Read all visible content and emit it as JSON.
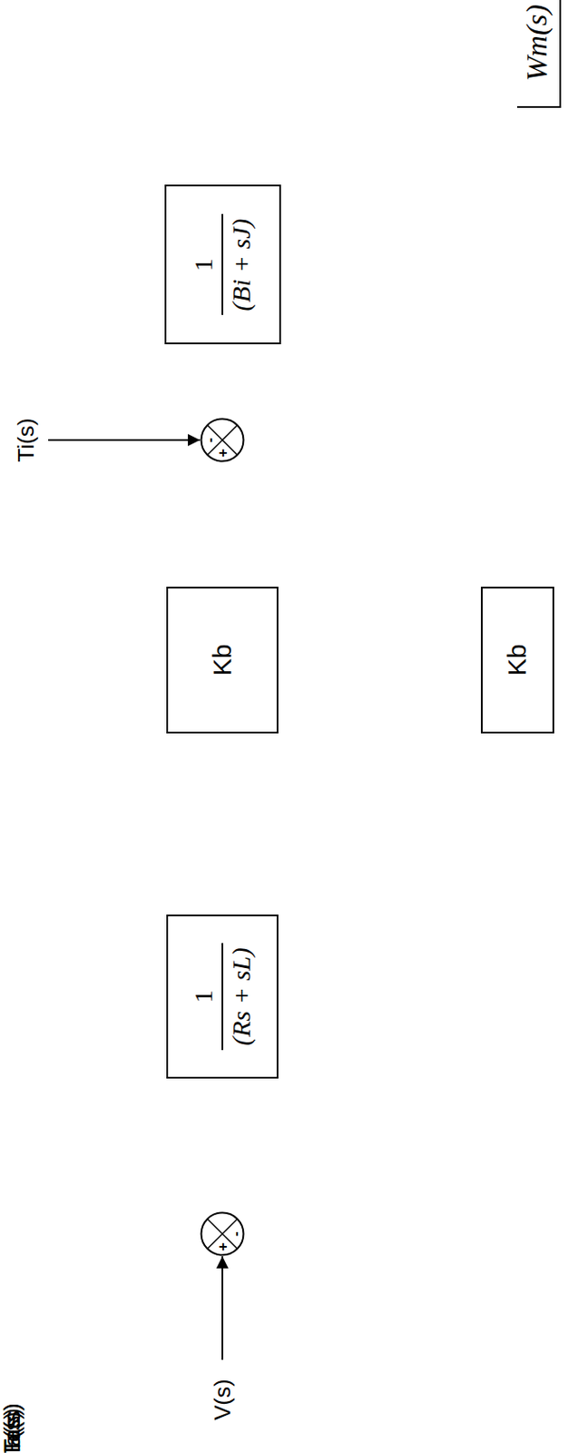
{
  "diagram": {
    "nodes": [
      {
        "text": [
          "+",
          "-"
        ]
      },
      {
        "text": [
          "1",
          "(Rs + sL)"
        ]
      },
      {
        "text": [
          "Kb"
        ]
      },
      {
        "text": [
          "+",
          "-"
        ]
      },
      {
        "text": [
          "1",
          "(Bi + sJ)"
        ]
      },
      {
        "text": [
          "Kb"
        ]
      }
    ],
    "edges": [
      {
        "from": 0,
        "to": 1,
        "arrow": "to",
        "label": "E(s)"
      },
      {
        "from": 1,
        "to": 2,
        "arrow": "to",
        "label": "Ia(s)"
      },
      {
        "from": 2,
        "to": 3,
        "arrow": "to",
        "label": "Te(s)"
      },
      {
        "from": 3,
        "to": 4,
        "arrow": "to",
        "label": "Ta(s)"
      },
      {
        "from": 4,
        "to": 5,
        "arrow": "to"
      },
      {
        "from": 5,
        "to": 0,
        "arrow": "to"
      }
    ],
    "labels": [
      "V(s)",
      "Ti(s)",
      "Wm(s)"
    ]
  }
}
